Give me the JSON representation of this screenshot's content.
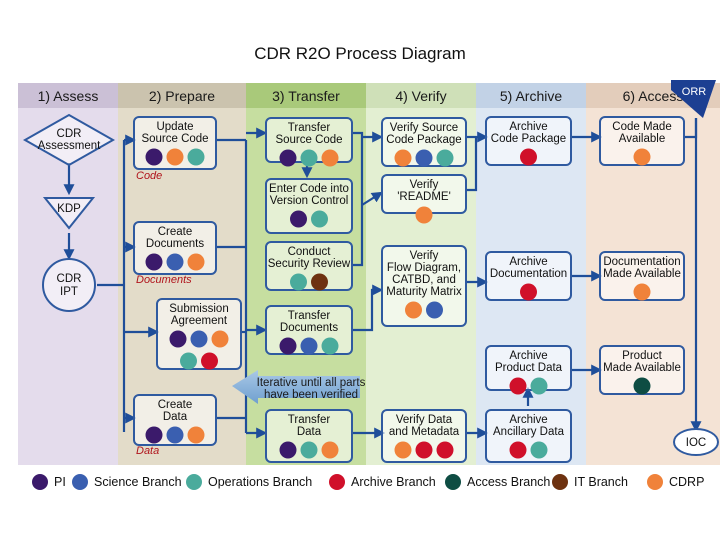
{
  "title": "CDR R2O Process Diagram",
  "colors": {
    "PI": "#3b1a6b",
    "Science Branch": "#3a5fb0",
    "Operations Branch": "#4aab9c",
    "Archive Branch": "#d0102a",
    "Access Branch": "#0e4d43",
    "IT Branch": "#6e3210",
    "CDRP": "#f0823a"
  },
  "lanes": [
    {
      "label": "1) Assess",
      "bg": "#e4dcec",
      "head": "#cbc0d6"
    },
    {
      "label": "2) Prepare",
      "bg": "#e3dcc9",
      "head": "#cbc3ae"
    },
    {
      "label": "3) Transfer",
      "bg": "#c6dea0",
      "head": "#a9c97a"
    },
    {
      "label": "4) Verify",
      "bg": "#e3efd2",
      "head": "#cfe0b8"
    },
    {
      "label": "5) Archive",
      "bg": "#dde7f3",
      "head": "#c2d2e6"
    },
    {
      "label": "6) Access",
      "bg": "#f4e3d5",
      "head": "#e3cdbb"
    }
  ],
  "orr_label": "ORR",
  "assess": {
    "diamond": [
      "CDR",
      "Assessment"
    ],
    "kdp": "KDP",
    "ipt": [
      "CDR",
      "IPT"
    ],
    "ioc": "IOC"
  },
  "boxes": [
    {
      "id": "update-source-code",
      "lines": [
        "Update",
        "Source Code"
      ],
      "dots": [
        "PI",
        "CDRP",
        "Operations Branch"
      ]
    },
    {
      "id": "create-documents",
      "lines": [
        "Create",
        "Documents"
      ],
      "dots": [
        "PI",
        "Science Branch",
        "CDRP"
      ]
    },
    {
      "id": "submission-agreement",
      "lines": [
        "Submission",
        "Agreement"
      ],
      "dots": [
        "PI",
        "Science Branch",
        "CDRP",
        "Operations Branch",
        "Archive Branch"
      ]
    },
    {
      "id": "create-data",
      "lines": [
        "Create",
        "Data"
      ],
      "dots": [
        "PI",
        "Science Branch",
        "CDRP"
      ]
    },
    {
      "id": "transfer-source-code",
      "lines": [
        "Transfer",
        "Source Code"
      ],
      "dots": [
        "PI",
        "Operations Branch",
        "CDRP"
      ]
    },
    {
      "id": "enter-code",
      "lines": [
        "Enter Code into",
        "Version Control"
      ],
      "dots": [
        "PI",
        "Operations Branch"
      ]
    },
    {
      "id": "security-review",
      "lines": [
        "Conduct",
        "Security Review"
      ],
      "dots": [
        "Operations Branch",
        "IT Branch"
      ]
    },
    {
      "id": "transfer-documents",
      "lines": [
        "Transfer",
        "Documents"
      ],
      "dots": [
        "PI",
        "Science Branch",
        "Operations Branch"
      ]
    },
    {
      "id": "transfer-data",
      "lines": [
        "Transfer",
        "Data"
      ],
      "dots": [
        "PI",
        "Operations Branch",
        "CDRP"
      ]
    },
    {
      "id": "verify-source-code",
      "lines": [
        "Verify Source",
        "Code Package"
      ],
      "dots": [
        "CDRP",
        "Science Branch",
        "Operations Branch"
      ]
    },
    {
      "id": "verify-readme",
      "lines": [
        "Verify",
        "'README'"
      ],
      "dots": [
        "CDRP"
      ]
    },
    {
      "id": "verify-flow",
      "lines": [
        "Verify",
        "Flow Diagram,",
        "CATBD, and",
        "Maturity Matrix"
      ],
      "dots": [
        "CDRP",
        "Science Branch"
      ]
    },
    {
      "id": "verify-data",
      "lines": [
        "Verify Data",
        "and Metadata"
      ],
      "dots": [
        "CDRP",
        "Archive Branch",
        "Archive Branch"
      ]
    },
    {
      "id": "archive-code",
      "lines": [
        "Archive",
        "Code Package"
      ],
      "dots": [
        "Archive Branch"
      ]
    },
    {
      "id": "archive-documentation",
      "lines": [
        "Archive",
        "Documentation"
      ],
      "dots": [
        "Archive Branch"
      ]
    },
    {
      "id": "archive-product",
      "lines": [
        "Archive",
        "Product Data"
      ],
      "dots": [
        "Archive Branch",
        "Operations Branch"
      ]
    },
    {
      "id": "archive-ancillary",
      "lines": [
        "Archive",
        "Ancillary Data"
      ],
      "dots": [
        "Archive Branch",
        "Operations Branch"
      ]
    },
    {
      "id": "code-available",
      "lines": [
        "Code Made",
        "Available"
      ],
      "dots": [
        "CDRP"
      ]
    },
    {
      "id": "documentation-available",
      "lines": [
        "Documentation",
        "Made Available"
      ],
      "dots": [
        "CDRP"
      ]
    },
    {
      "id": "product-available",
      "lines": [
        "Product",
        "Made Available"
      ],
      "dots": [
        "Access Branch"
      ]
    }
  ],
  "tags": {
    "code": "Code",
    "documents": "Documents",
    "data": "Data"
  },
  "iterative": [
    "Iterative until all parts",
    "have been verified"
  ],
  "legend": [
    "PI",
    "Science Branch",
    "Operations Branch",
    "Archive Branch",
    "Access Branch",
    "IT Branch",
    "CDRP"
  ]
}
